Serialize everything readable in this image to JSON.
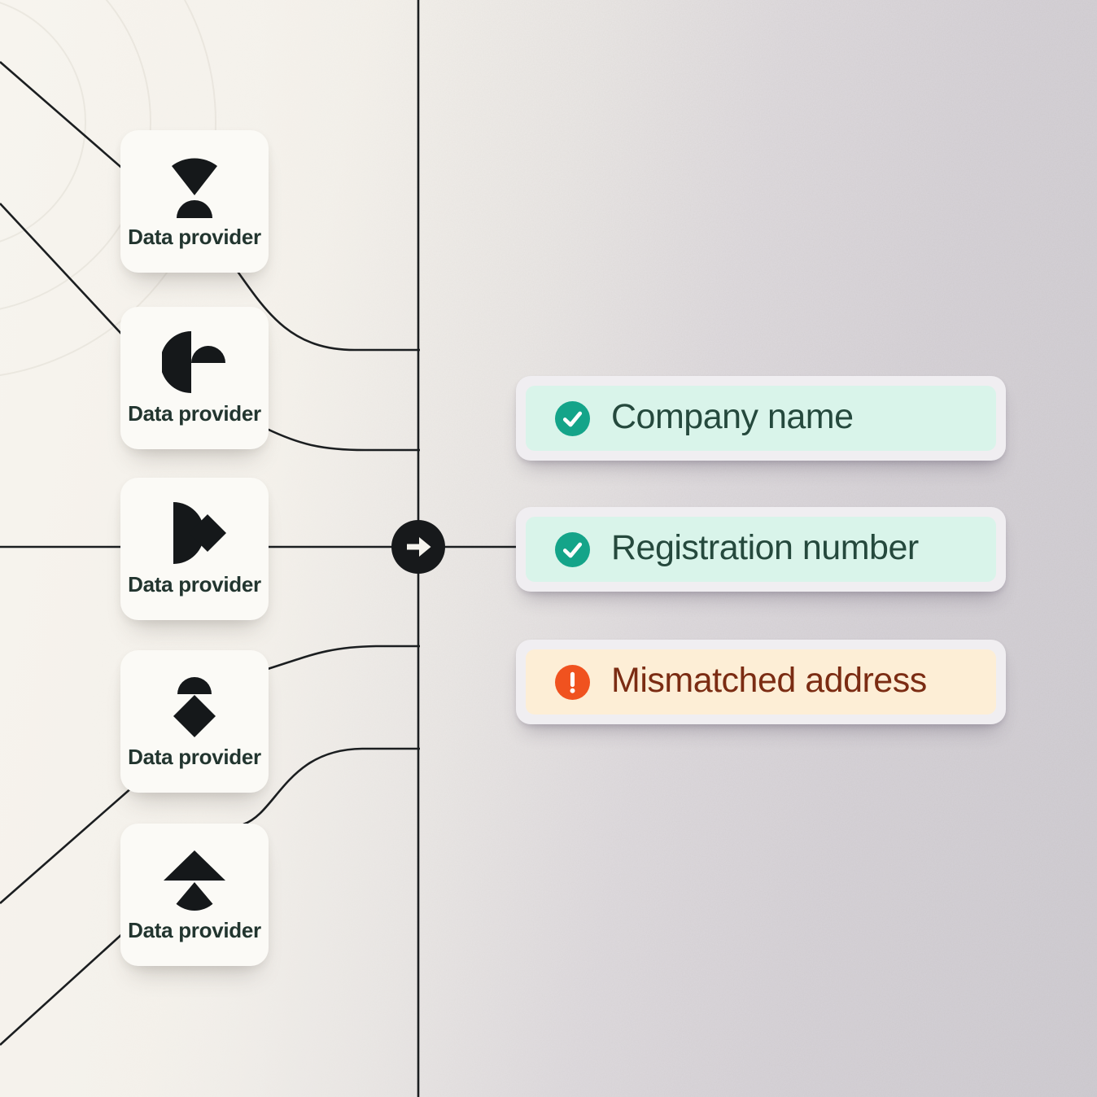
{
  "illustration": {
    "description_elements": {
      "arrow_node_icon": "arrow-right-icon",
      "connector_style": "thin black lines merging into one vertical rail"
    }
  },
  "providers": [
    {
      "label": "Data provider",
      "icon": "fan-dome-logo-icon"
    },
    {
      "label": "Data provider",
      "icon": "halfdisc-dome-logo-icon"
    },
    {
      "label": "Data provider",
      "icon": "d-diamond-logo-icon"
    },
    {
      "label": "Data provider",
      "icon": "dome-diamond-logo-icon"
    },
    {
      "label": "Data provider",
      "icon": "triangle-fan-logo-icon"
    }
  ],
  "results": [
    {
      "label": "Company name",
      "status": "verified",
      "icon": "check-icon"
    },
    {
      "label": "Registration number",
      "status": "verified",
      "icon": "check-icon"
    },
    {
      "label": "Mismatched address",
      "status": "warning",
      "icon": "alert-icon"
    }
  ],
  "colors": {
    "line": "#1b1e20",
    "shape": "#15181a",
    "card_bg": "#fbfaf6",
    "card_label": "#22352f",
    "chip_frame": "#f0eef1",
    "chip_mint": "#d9f4ea",
    "chip_cream": "#fdeed6",
    "check_green": "#14a489",
    "alert_orange": "#f0521f",
    "text_green": "#25493d",
    "text_maroon": "#7b2c13",
    "node_bg": "#17191b",
    "node_arrow": "#f6f4ee"
  }
}
